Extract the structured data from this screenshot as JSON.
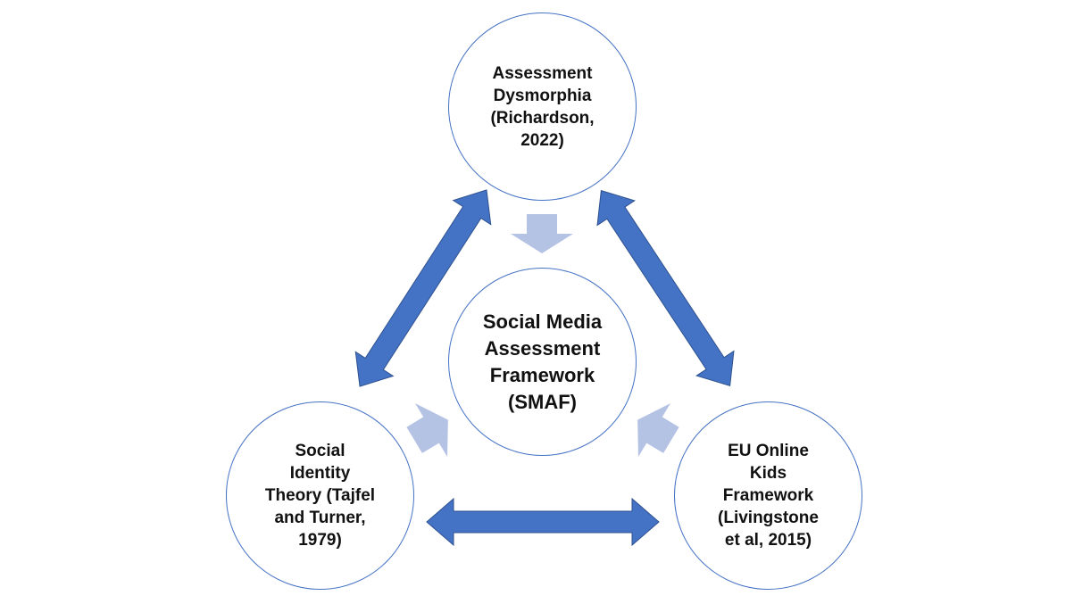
{
  "nodes": {
    "top": "Assessment\nDysmorphia\n(Richardson,\n2022)",
    "center": "Social Media\nAssessment\nFramework\n(SMAF)",
    "left": "Social\nIdentity\nTheory (Tajfel\nand Turner,\n1979)",
    "right": "EU Online\nKids\nFramework\n(Livingstone\net al, 2015)"
  },
  "colors": {
    "circle_stroke": "#4472C4",
    "double_arrow": "#4472C4",
    "double_arrow_stroke": "#2F528F",
    "light_arrow": "#B4C3E4"
  }
}
